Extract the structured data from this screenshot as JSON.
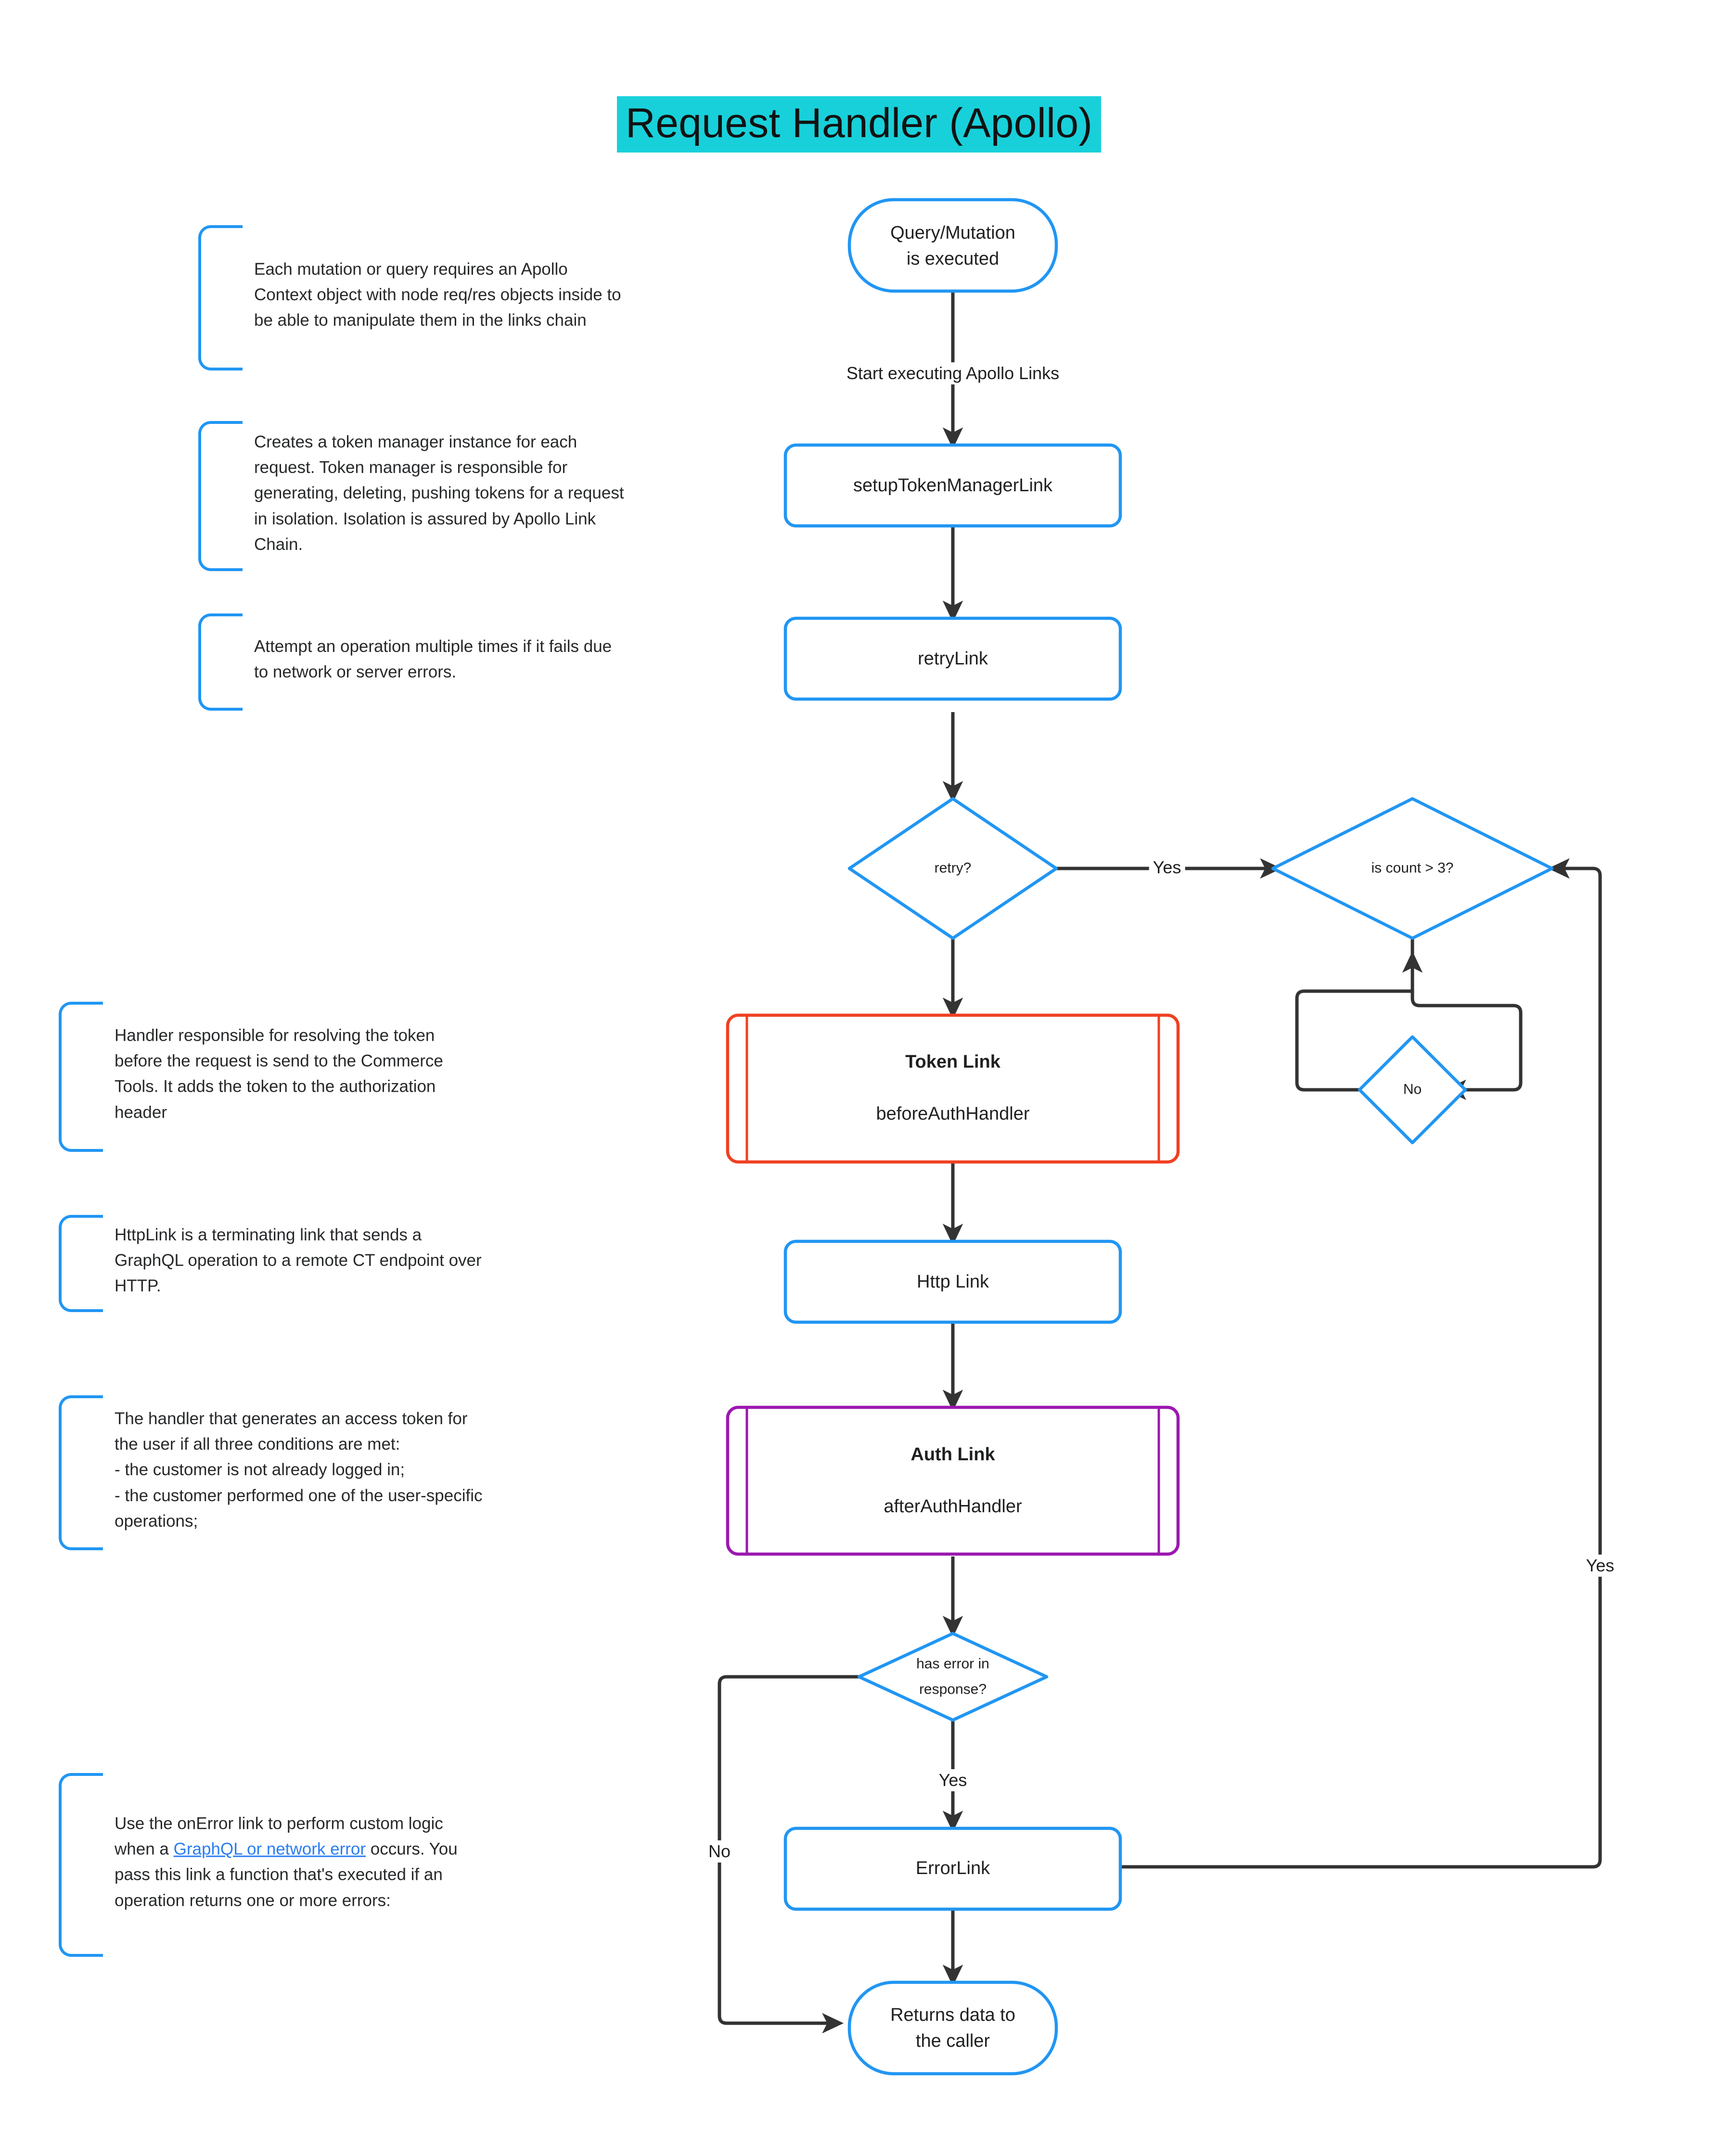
{
  "diagram": {
    "title": "Request Handler (Apollo)",
    "accent_blue": "#2196f3",
    "accent_red": "#ef4123",
    "accent_purple": "#9c18b0",
    "title_highlight": "#18d0da",
    "edge_color": "#333333"
  },
  "notes": [
    {
      "id": "note-context",
      "text": "Each mutation or query requires an Apollo Context object with node req/res objects inside to be able to manipulate them in the links chain"
    },
    {
      "id": "note-token-manager",
      "text": "Creates a token manager instance for each request. Token manager is responsible for generating, deleting, pushing tokens for a request in isolation. Isolation is assured by Apollo Link Chain."
    },
    {
      "id": "note-retry",
      "text": "Attempt an operation multiple times if it fails due to network or server errors."
    },
    {
      "id": "note-token-link",
      "text": "Handler responsible for resolving the token before the request is send to the Commerce Tools. It adds the token to the authorization header"
    },
    {
      "id": "note-http-link",
      "text": "HttpLink is a terminating link that sends a GraphQL operation to a remote CT endpoint over HTTP."
    },
    {
      "id": "note-auth-link",
      "text": "The handler that generates an access token for the user if all three conditions are met:\n- the customer is not already logged in;\n- the customer performed one of the user-specific operations;"
    },
    {
      "id": "note-error-link",
      "parts": {
        "before": "Use the onError link to perform custom logic when a ",
        "link": "GraphQL or network error",
        "after": " occurs. You pass this link a function that's executed if an operation returns one or more errors:"
      }
    }
  ],
  "nodes": {
    "start": {
      "label": "Query/Mutation\nis executed",
      "shape": "terminator",
      "color": "#2196f3"
    },
    "setup_token": {
      "label": "setupTokenManagerLink",
      "shape": "process",
      "color": "#2196f3"
    },
    "retry_link": {
      "label": "retryLink",
      "shape": "process",
      "color": "#2196f3"
    },
    "retry_q": {
      "label": "retry?",
      "shape": "decision",
      "color": "#2196f3"
    },
    "count_q": {
      "label": "is count > 3?",
      "shape": "decision",
      "color": "#2196f3"
    },
    "no_q": {
      "label": "No",
      "shape": "decision",
      "color": "#2196f3"
    },
    "token_link": {
      "title": "Token Link",
      "subtitle": "beforeAuthHandler",
      "shape": "subroutine",
      "color": "#ef4123"
    },
    "http_link": {
      "label": "Http Link",
      "shape": "process",
      "color": "#2196f3"
    },
    "auth_link": {
      "title": "Auth Link",
      "subtitle": "afterAuthHandler",
      "shape": "subroutine",
      "color": "#9c18b0"
    },
    "error_q": {
      "label": "has error in\nresponse?",
      "shape": "decision",
      "color": "#2196f3"
    },
    "error_link": {
      "label": "ErrorLink",
      "shape": "process",
      "color": "#2196f3"
    },
    "end": {
      "label": "Returns data to\nthe caller",
      "shape": "terminator",
      "color": "#2196f3"
    }
  },
  "edge_labels": {
    "start_to_setup": "Start executing Apollo Links",
    "retry_yes": "Yes",
    "error_yes": "Yes",
    "error_no": "No",
    "errorlink_yes": "Yes"
  }
}
